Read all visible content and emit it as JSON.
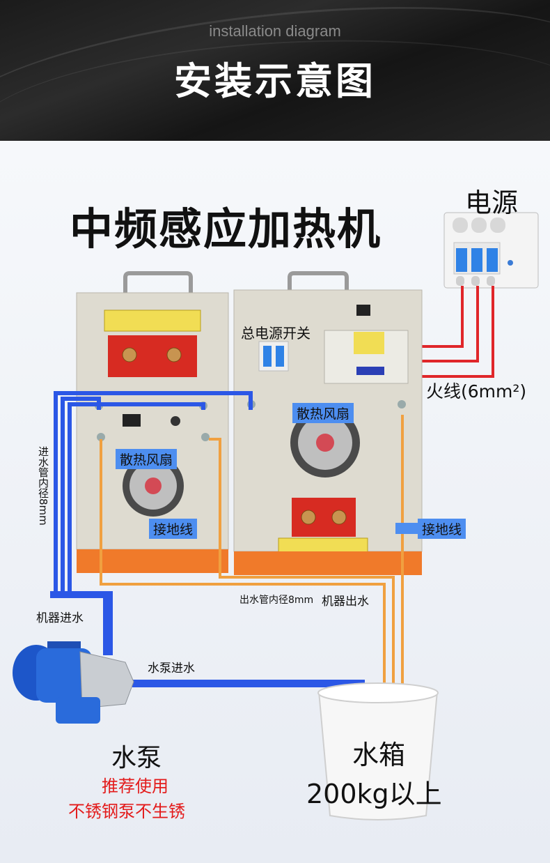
{
  "header": {
    "subtitle": "installation diagram",
    "title": "安装示意图"
  },
  "machine_title": "中频感应加热机",
  "power_source": {
    "label": "电源"
  },
  "labels": {
    "main_switch": "总电源开关",
    "live_wire": "火线(6mm²)",
    "fan_left": "散热风扇",
    "fan_right": "散热风扇",
    "ground_left": "接地线",
    "ground_right": "接地线",
    "inlet_pipe": "进水管内径8mm",
    "outlet_pipe": "出水管内径8mm",
    "machine_out": "机器出水",
    "machine_in": "机器进水",
    "pump_in": "水泵进水"
  },
  "pump": {
    "title": "水泵",
    "recommend": "推荐使用",
    "note": "不锈钢泵不生锈"
  },
  "tank": {
    "title": "水箱",
    "capacity": "200kg以上"
  },
  "colors": {
    "water_in": "#2b57e6",
    "water_out": "#f0a040",
    "power_wire": "#e0262a",
    "machine_body": "#dcdcd2",
    "machine_base": "#f07a2a"
  }
}
